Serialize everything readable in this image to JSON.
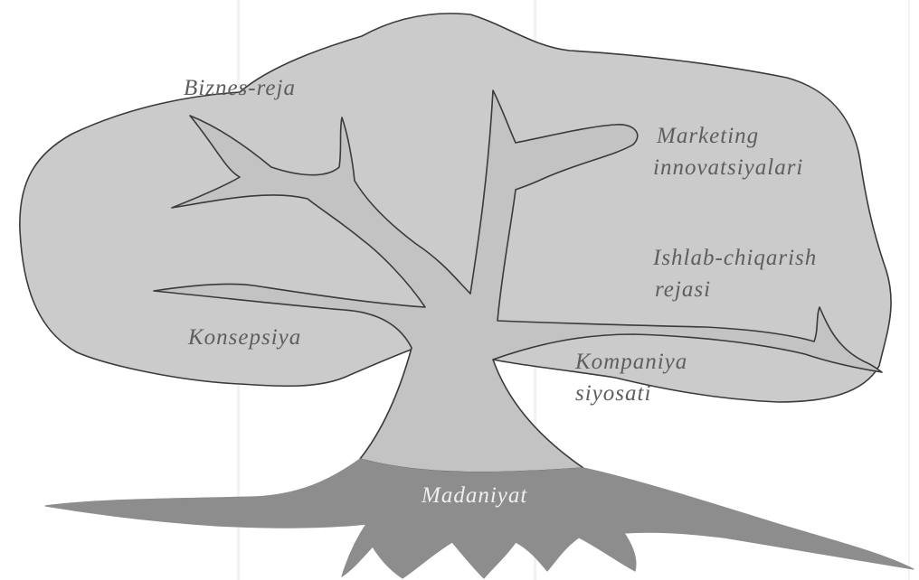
{
  "colors": {
    "background": "#ffffff",
    "crown": "#cbcbcb",
    "trunk": "#c3c3c3",
    "roots": "#8d8d8d",
    "outline": "#3a3a3a",
    "label": "#5e5e5e",
    "root_label": "#efefef"
  },
  "labels": {
    "biznes_reja": "Biznes-reja",
    "marketing_line1": "Marketing",
    "marketing_line2": "innovatsiyalari",
    "ishlab_line1": "Ishlab-chiqarish",
    "ishlab_line2": "rejasi",
    "konsepsiya": "Konsepsiya",
    "kompaniya_line1": "Kompaniya",
    "kompaniya_line2": "siyosati",
    "madaniyat": "Madaniyat"
  }
}
